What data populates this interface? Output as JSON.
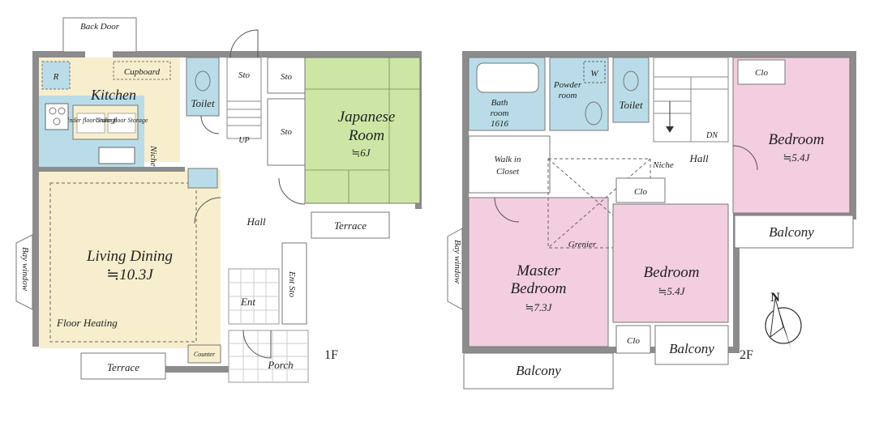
{
  "floor1": {
    "label": "1F",
    "rooms": {
      "back_door": "Back Door",
      "refrigerator": "R",
      "cupboard": "Cupboard",
      "kitchen": "Kitchen",
      "toilet": "Toilet",
      "storage_top": "Sto",
      "storage_a": "Sto",
      "storage_b": "Sto",
      "japanese_room_line1": "Japanese",
      "japanese_room_line2": "Room",
      "japanese_room_size": "≒6J",
      "niche": "Niche",
      "up": "UP",
      "hall": "Hall",
      "terrace_right": "Terrace",
      "living_line1": "Living Dining",
      "living_size": "≒10.3J",
      "bay_window": "Bay window",
      "ent": "Ent",
      "ent_sto": "Ent Sto",
      "floor_heating": "Floor Heating",
      "counter": "Counter",
      "porch": "Porch",
      "terrace_bottom": "Terrace",
      "under_floor_1": "Under floor Storage",
      "under_floor_2": "Under floor Storage"
    }
  },
  "floor2": {
    "label": "2F",
    "rooms": {
      "bath_line1": "Bath",
      "bath_line2": "room",
      "bath_line3": "1616",
      "powder_line1": "Powder",
      "powder_line2": "room",
      "washer": "W",
      "toilet": "Toilet",
      "dn": "DN",
      "clo_top": "Clo",
      "bedroom_right": "Bedroom",
      "bedroom_right_size": "≒5.4J",
      "walk_in_line1": "Walk in",
      "walk_in_line2": "Closet",
      "niche": "Niche",
      "hall": "Hall",
      "clo_mid": "Clo",
      "balcony_right": "Balcony",
      "grenier": "Grenier",
      "bay_window": "Bay window",
      "master_line1": "Master",
      "master_line2": "Bedroom",
      "master_size": "≒7.3J",
      "bedroom_mid": "Bedroom",
      "bedroom_mid_size": "≒5.4J",
      "clo_bottom": "Clo",
      "balcony_mid": "Balcony",
      "balcony_bottom": "Balcony"
    }
  },
  "compass": {
    "north": "N"
  },
  "colors": {
    "kitchen_living": "#f7eecd",
    "wet_area": "#b9dce8",
    "japanese_room": "#cde6a6",
    "bedroom": "#f3cde0",
    "wall": "#8c8c8c",
    "floor": "#ffffff"
  }
}
